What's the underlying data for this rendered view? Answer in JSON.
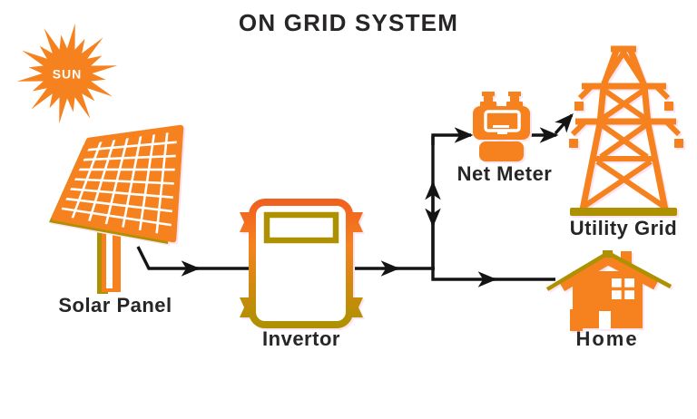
{
  "title": "ON GRID SYSTEM",
  "nodes": {
    "sun": {
      "label": "SUN"
    },
    "solar_panel": {
      "label": "Solar Panel"
    },
    "inverter": {
      "label": "Invertor"
    },
    "net_meter": {
      "label": "Net Meter"
    },
    "utility_grid": {
      "label": "Utility Grid"
    },
    "home": {
      "label": "Home"
    }
  },
  "connections": [
    {
      "from": "solar_panel",
      "to": "inverter",
      "direction": "one-way"
    },
    {
      "from": "inverter",
      "to": "junction",
      "direction": "one-way"
    },
    {
      "from": "junction",
      "to": "net_meter",
      "direction": "two-way"
    },
    {
      "from": "net_meter",
      "to": "utility_grid",
      "direction": "one-way"
    },
    {
      "from": "junction",
      "to": "home",
      "direction": "one-way"
    }
  ],
  "colors": {
    "orange": "#F5821F",
    "orangeDeep": "#F0611F",
    "olive": "#AD9100",
    "ink": "#272525",
    "arrow": "#141414",
    "sunText": "#FFFFFF",
    "halo": "#FFE4F2",
    "background": "#FFFFFF"
  }
}
